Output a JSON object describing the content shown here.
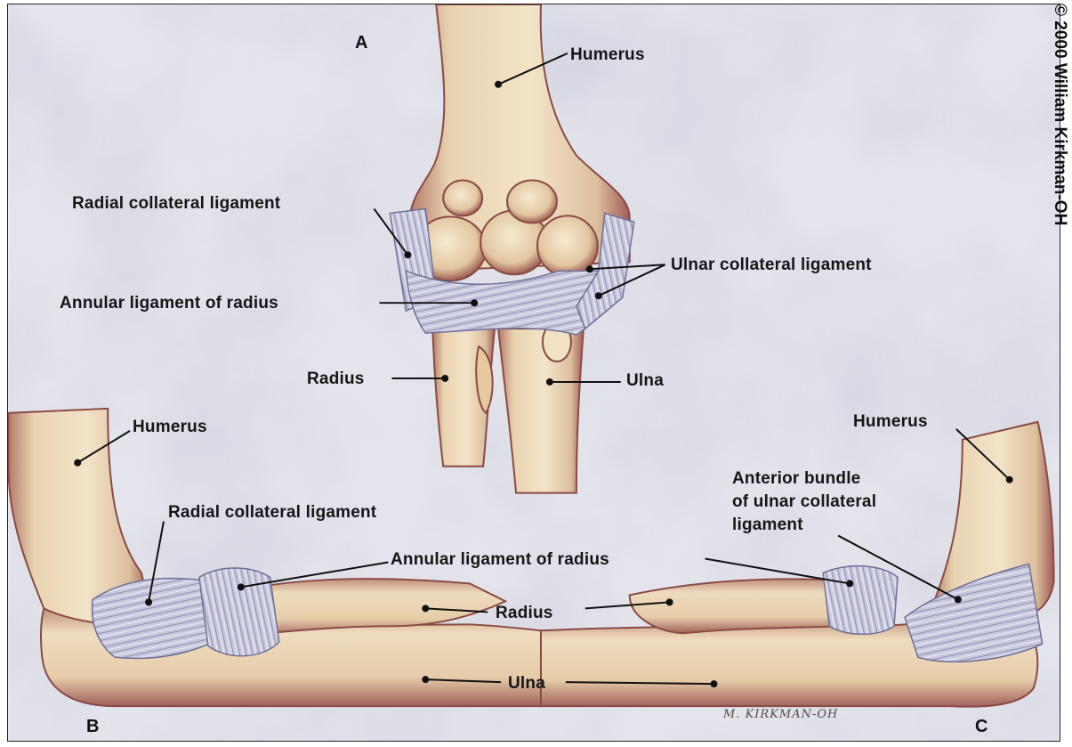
{
  "panels": {
    "a": "A",
    "b": "B",
    "c": "C"
  },
  "copyright": "© 2000 William Kirkman-OH",
  "signature": "M. KIRKMAN-OH",
  "labels": {
    "a_humerus": "Humerus",
    "a_radial_collateral": "Radial collateral ligament",
    "a_ulnar_collateral": "Ulnar collateral ligament",
    "a_annular": "Annular ligament of radius",
    "a_radius": "Radius",
    "a_ulna": "Ulna",
    "b_humerus": "Humerus",
    "b_radial_collateral": "Radial collateral ligament",
    "bc_annular": "Annular ligament of radius",
    "bc_radius": "Radius",
    "bc_ulna": "Ulna",
    "c_humerus": "Humerus",
    "c_anterior_bundle": "Anterior bundle\nof ulnar collateral\nligament"
  },
  "colors": {
    "background": "#dcdde6",
    "bone": "#ecd9b8",
    "bone_shadow": "#9c5a52",
    "ligament": "#c4c5dc",
    "label_text": "#161616"
  }
}
